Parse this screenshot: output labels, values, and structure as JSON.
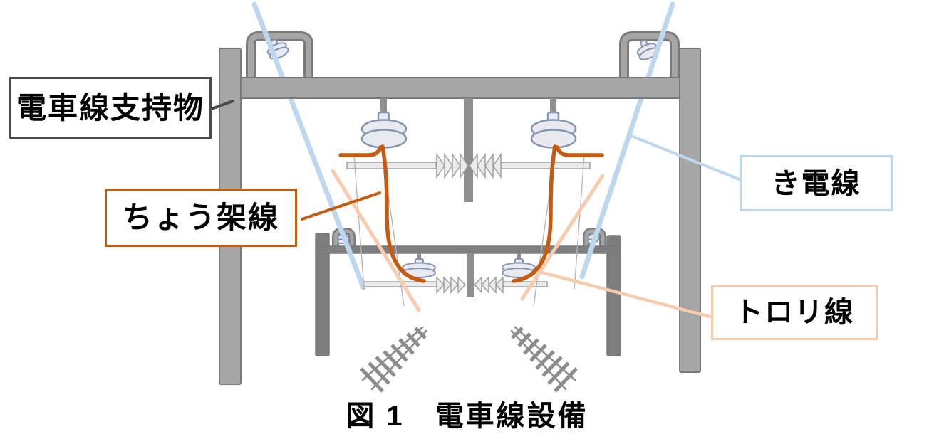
{
  "figure": {
    "caption": "図 1　電車線設備"
  },
  "labels": {
    "support": "電車線支持物",
    "catenary": "ちょう架線",
    "feeder": "き電線",
    "trolley": "トロリ線"
  },
  "colors": {
    "leaderDark": "#4a4a4a",
    "catenary": "#C55A11",
    "feeder": "#BDD7EE",
    "trolley": "#F8CBAD",
    "steel": "#A6A6A6",
    "steelDark": "#7A7A7A",
    "post": "#8F8F8F",
    "beamLower": "#7E7E7E",
    "insulatorFill": "#E9E9F0",
    "insulatorStroke": "#8496B0",
    "bar": "#EBEBEB",
    "barEdge": "#A0A0A0",
    "track": "#8C8C8C",
    "hanger": "#B3B3B3"
  }
}
